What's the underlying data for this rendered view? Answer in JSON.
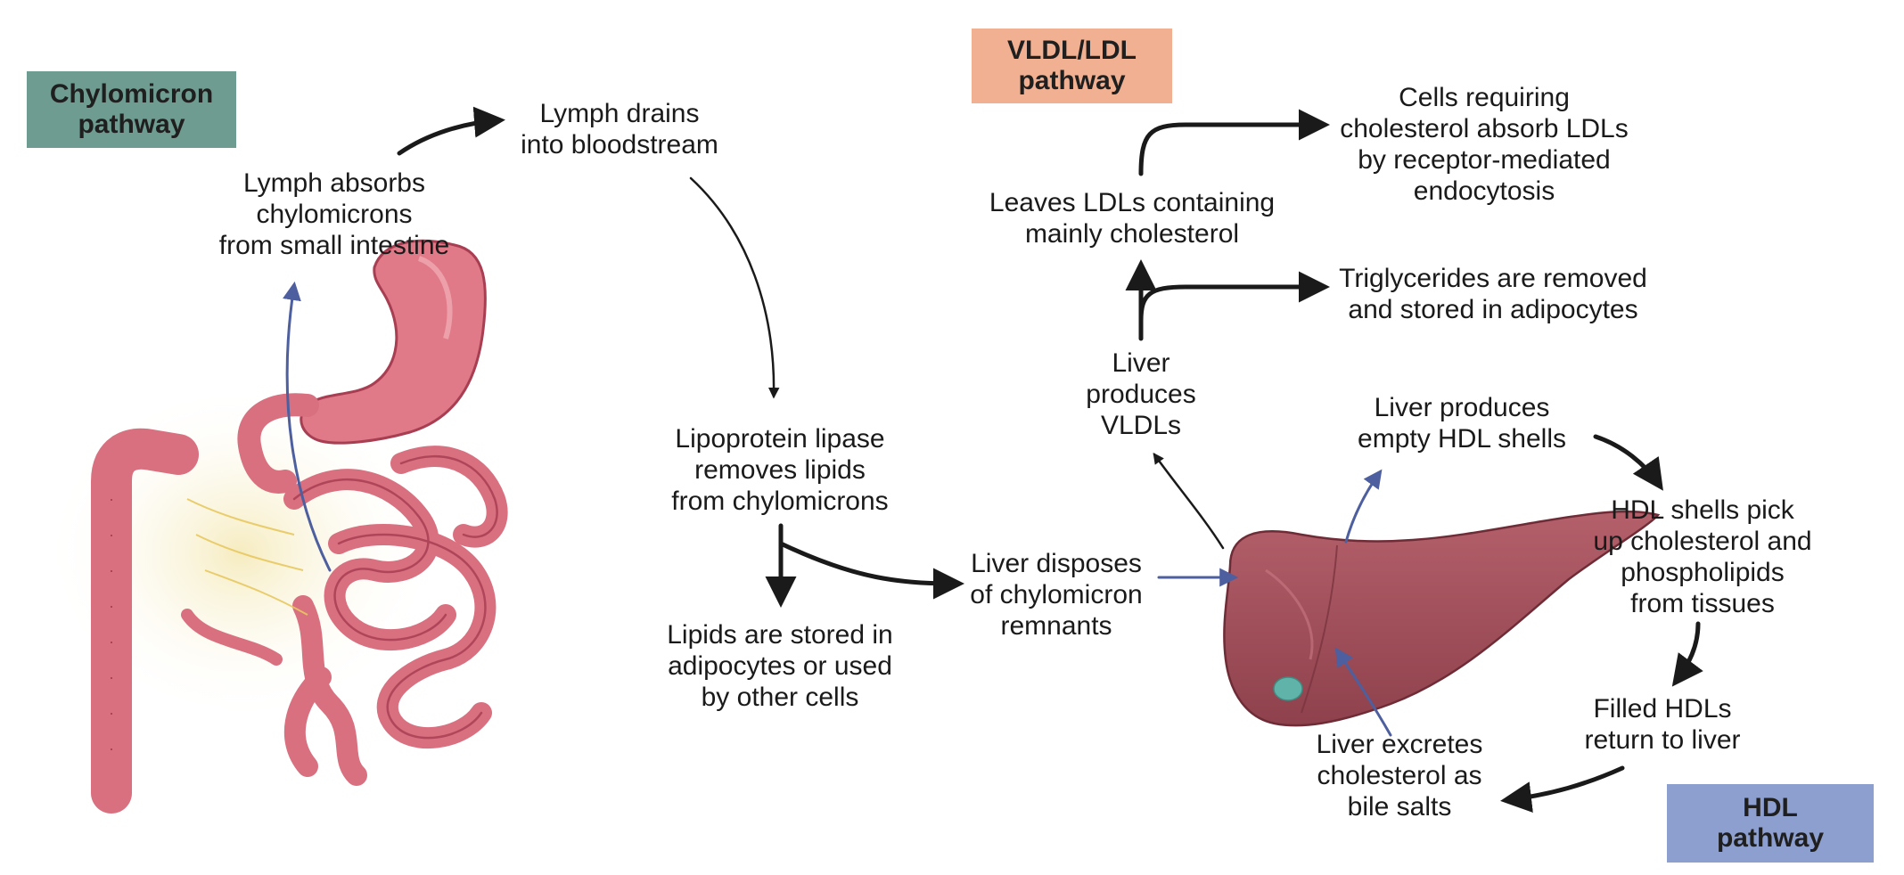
{
  "tags": {
    "chylomicron": {
      "text": "Chylomicron\npathway",
      "color": "#6f9c91"
    },
    "vldl_ldl": {
      "text": "VLDL/LDL\npathway",
      "color": "#f0b091"
    },
    "hdl": {
      "text": "HDL\npathway",
      "color": "#8c9fcf"
    }
  },
  "labels": {
    "lymph_absorbs": "Lymph absorbs\nchylomicrons\nfrom small intestine",
    "lymph_drains": "Lymph drains\ninto bloodstream",
    "lipoprotein_lipase": "Lipoprotein lipase\nremoves lipids\nfrom chylomicrons",
    "lipids_stored": "Lipids are stored in\nadipocytes or used\nby other cells",
    "liver_disposes": "Liver disposes\nof chylomicron\nremnants",
    "liver_produces_vldl": "Liver\nproduces\nVLDLs",
    "leaves_ldl": "Leaves LDLs containing\nmainly cholesterol",
    "cells_requiring": "Cells requiring\ncholesterol absorb LDLs\nby receptor-mediated\nendocytosis",
    "triglycerides_removed": "Triglycerides are removed\nand stored in adipocytes",
    "liver_produces_hdl": "Liver produces\nempty HDL shells",
    "hdl_shells_pick": "HDL shells pick\nup cholesterol and\nphospholipids\nfrom tissues",
    "filled_hdls": "Filled HDLs\nreturn to liver",
    "liver_excretes": "Liver excretes\ncholesterol as\nbile salts"
  },
  "colors": {
    "text": "#1a1a1a",
    "arrow": "#1a1a1a",
    "blue_arrow": "#4d5f9e",
    "intestine": "#d97080",
    "intestine_dark": "#a83e52",
    "stomach": "#e07a88",
    "liver": "#9a4a55",
    "liver_light": "#b5636d",
    "gallbladder": "#5fb3a9"
  },
  "icons": {
    "digestive": "small-intestine-stomach-illustration",
    "liver": "liver-illustration"
  }
}
